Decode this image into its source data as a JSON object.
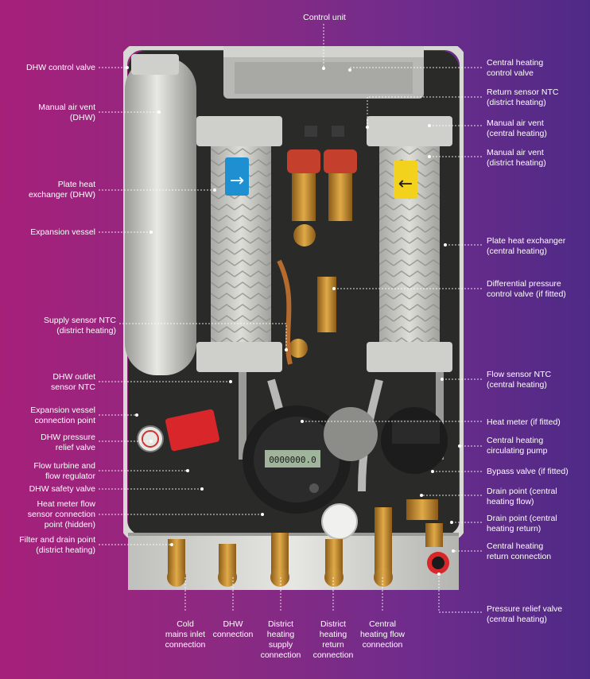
{
  "labels": {
    "control_unit": "Control unit",
    "dhw_control_valve": "DHW control valve",
    "manual_air_vent_dhw": "Manual air vent\n(DHW)",
    "plate_hx_dhw": "Plate heat\nexchanger (DHW)",
    "expansion_vessel": "Expansion vessel",
    "supply_sensor_ntc": "Supply sensor NTC\n(district heating)",
    "dhw_outlet_sensor": "DHW outlet\nsensor NTC",
    "expansion_vessel_conn": "Expansion vessel\nconnection point",
    "dhw_pressure_relief": "DHW pressure\nrelief valve",
    "flow_turbine": "Flow turbine and\nflow regulator",
    "dhw_safety_valve": "DHW safety valve",
    "heat_meter_flow_sensor": "Heat meter flow\nsensor connection\npoint (hidden)",
    "filter_drain_point": "Filter and drain point\n(district heating)",
    "ch_control_valve": "Central heating\ncontrol valve",
    "return_sensor_ntc": "Return sensor NTC\n(district heating)",
    "manual_air_vent_ch": "Manual air vent\n(central heating)",
    "manual_air_vent_dh": "Manual air vent\n(district heating)",
    "plate_hx_ch": "Plate heat exchanger\n(central heating)",
    "diff_pressure_valve": "Differential pressure\ncontrol valve (if fitted)",
    "flow_sensor_ntc": "Flow sensor NTC\n(central heating)",
    "heat_meter": "Heat meter (if fitted)",
    "ch_circulating_pump": "Central heating\ncirculating pump",
    "bypass_valve": "Bypass valve (if fitted)",
    "drain_point_ch_flow": "Drain point (central\nheating flow)",
    "drain_point_ch_return": "Drain point (central\nheating return)",
    "ch_return_conn": "Central heating\nreturn connection",
    "pressure_relief_ch": "Pressure relief valve\n(central heating)",
    "cold_mains_inlet": "Cold\nmains inlet\nconnection",
    "dhw_connection": "DHW\nconnection",
    "dh_supply_conn": "District\nheating\nsupply\nconnection",
    "dh_return_conn": "District\nheating\nreturn\nconnection",
    "ch_flow_conn": "Central\nheating flow\nconnection"
  },
  "meter_display": "0000000.0",
  "colors": {
    "background_left": "#a6207a",
    "background_right": "#4e2a86",
    "label_text": "#ffffff",
    "leader_line": "#ffffff",
    "brass": "#c8902e",
    "insulation": "#2a2a2a",
    "casing": "#d8d8d4",
    "red_valve": "#d8262a",
    "dhw_tag": "#1e8fd0",
    "ch_tag": "#f2d21c"
  }
}
